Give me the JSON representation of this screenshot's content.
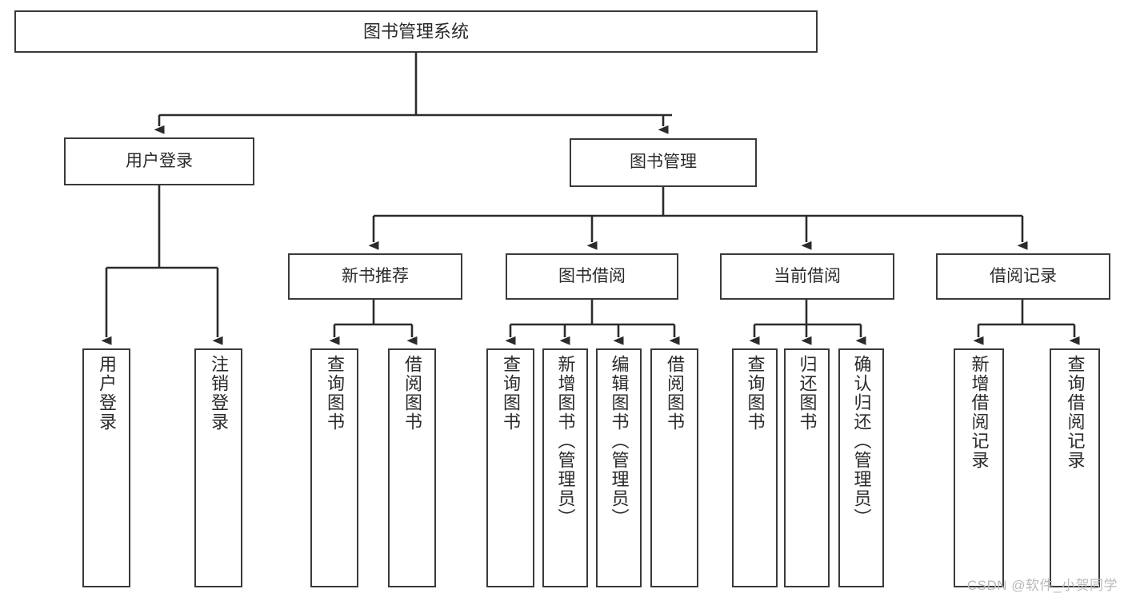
{
  "diagram": {
    "type": "tree",
    "title": "图书管理系统",
    "watermark": "CSDN @软件_小贺同学",
    "colors": {
      "box_border": "#3a3a3a",
      "box_fill": "#ffffff",
      "edge": "#2b2b2b",
      "text": "#2b2b2b",
      "watermark": "#b9b9b9"
    },
    "nodes": {
      "root": {
        "label": "图书管理系统"
      },
      "level2": [
        {
          "label": "用户登录"
        },
        {
          "label": "图书管理"
        }
      ],
      "level3": [
        {
          "label": "新书推荐"
        },
        {
          "label": "图书借阅"
        },
        {
          "label": "当前借阅"
        },
        {
          "label": "借阅记录"
        }
      ],
      "leaves": {
        "user_login": [
          {
            "label": "用户登录"
          },
          {
            "label": "注销登录"
          }
        ],
        "new_book_recommend": [
          {
            "label": "查询图书"
          },
          {
            "label": "借阅图书"
          }
        ],
        "book_borrow": [
          {
            "label": "查询图书"
          },
          {
            "label": "新增图书（管理员）"
          },
          {
            "label": "编辑图书（管理员）"
          },
          {
            "label": "借阅图书"
          }
        ],
        "current_borrow": [
          {
            "label": "查询图书"
          },
          {
            "label": "归还图书"
          },
          {
            "label": "确认归还（管理员）"
          }
        ],
        "borrow_record": [
          {
            "label": "新增借阅记录"
          },
          {
            "label": "查询借阅记录"
          }
        ]
      }
    }
  }
}
